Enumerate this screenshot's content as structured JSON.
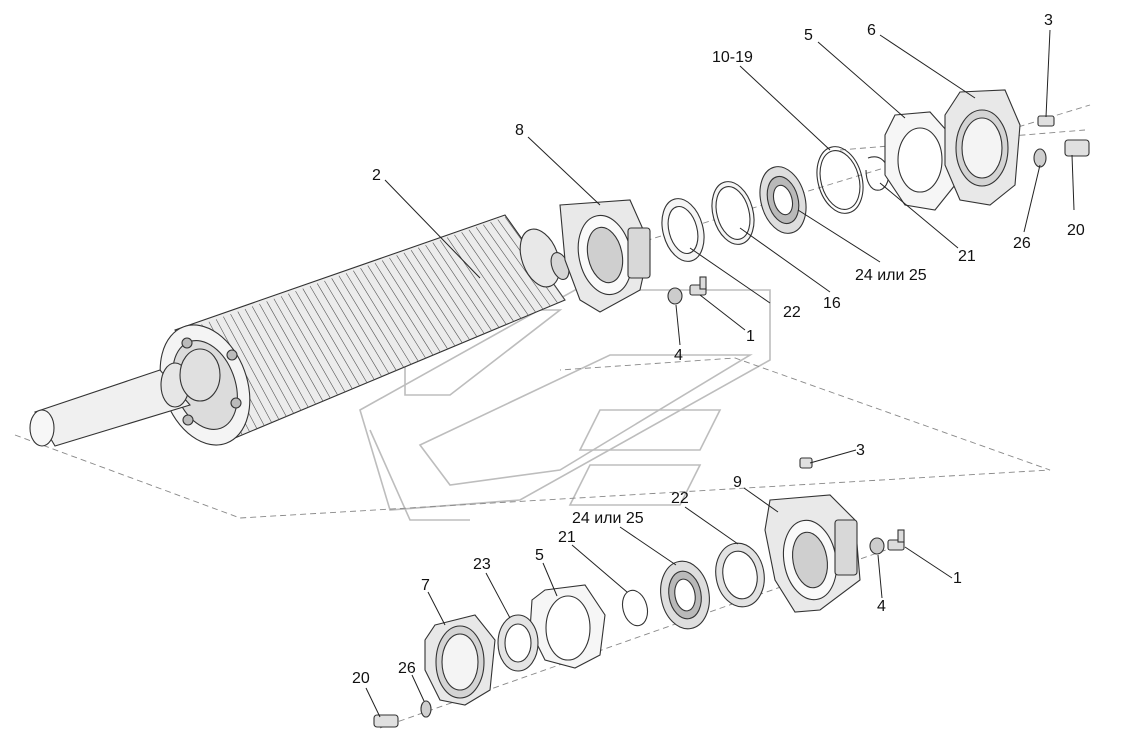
{
  "callouts": [
    {
      "id": "c-3-top",
      "text": "3"
    },
    {
      "id": "c-6",
      "text": "6"
    },
    {
      "id": "c-5-top",
      "text": "5"
    },
    {
      "id": "c-10-19",
      "text": "10-19"
    },
    {
      "id": "c-8",
      "text": "8"
    },
    {
      "id": "c-2",
      "text": "2"
    },
    {
      "id": "c-20-top",
      "text": "20"
    },
    {
      "id": "c-26-top",
      "text": "26"
    },
    {
      "id": "c-21-top",
      "text": "21"
    },
    {
      "id": "c-24-25-top",
      "text": "24 или 25"
    },
    {
      "id": "c-16",
      "text": "16"
    },
    {
      "id": "c-22-top",
      "text": "22"
    },
    {
      "id": "c-1-top",
      "text": "1"
    },
    {
      "id": "c-4-top",
      "text": "4"
    },
    {
      "id": "c-3-bot",
      "text": "3"
    },
    {
      "id": "c-9",
      "text": "9"
    },
    {
      "id": "c-22-bot",
      "text": "22"
    },
    {
      "id": "c-24-25-bot",
      "text": "24 или 25"
    },
    {
      "id": "c-21-bot",
      "text": "21"
    },
    {
      "id": "c-1-bot",
      "text": "1"
    },
    {
      "id": "c-4-bot",
      "text": "4"
    },
    {
      "id": "c-23",
      "text": "23"
    },
    {
      "id": "c-5-bot",
      "text": "5"
    },
    {
      "id": "c-7",
      "text": "7"
    },
    {
      "id": "c-20-bot",
      "text": "20"
    },
    {
      "id": "c-26-bot",
      "text": "26"
    }
  ]
}
